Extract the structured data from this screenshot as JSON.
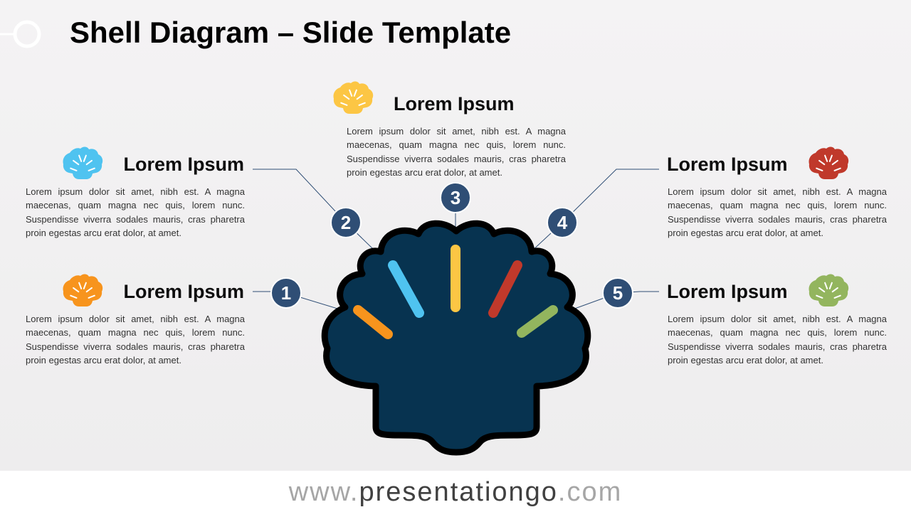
{
  "title": "Shell Diagram – Slide Template",
  "colors": {
    "orange": "#f7941d",
    "blue": "#4fc3f0",
    "yellow": "#fcc644",
    "red": "#c0392b",
    "green": "#93b55e",
    "shell_fill": "#073350",
    "shell_outline": "#000000",
    "badge": "#2f4e75"
  },
  "items": [
    {
      "number": "1",
      "heading": "Lorem Ipsum",
      "text": "Lorem ipsum dolor sit amet, nibh est. A magna maecenas, quam magna nec quis, lorem nunc. Suspendisse viverra sodales mauris, cras pharetra proin egestas arcu erat dolor, at amet.",
      "color": "orange",
      "icon": "scallop-shell-icon"
    },
    {
      "number": "2",
      "heading": "Lorem Ipsum",
      "text": "Lorem ipsum dolor sit amet, nibh est. A magna maecenas, quam magna nec quis, lorem nunc. Suspendisse viverra sodales mauris, cras pharetra proin egestas arcu erat dolor, at amet.",
      "color": "blue",
      "icon": "scallop-shell-icon"
    },
    {
      "number": "3",
      "heading": "Lorem Ipsum",
      "text": "Lorem ipsum dolor sit amet, nibh est. A magna maecenas, quam magna nec quis, lorem nunc. Suspendisse viverra sodales mauris, cras pharetra proin egestas arcu erat dolor, at amet.",
      "color": "yellow",
      "icon": "scallop-shell-icon"
    },
    {
      "number": "4",
      "heading": "Lorem Ipsum",
      "text": "Lorem ipsum dolor sit amet, nibh est. A magna maecenas, quam magna nec quis, lorem nunc. Suspendisse viverra sodales mauris, cras pharetra proin egestas arcu erat dolor, at amet.",
      "color": "red",
      "icon": "scallop-shell-icon"
    },
    {
      "number": "5",
      "heading": "Lorem Ipsum",
      "text": "Lorem ipsum dolor sit amet, nibh est. A magna maecenas, quam magna nec quis, lorem nunc. Suspendisse viverra sodales mauris, cras pharetra proin egestas arcu erat dolor, at amet.",
      "color": "green",
      "icon": "scallop-shell-icon"
    }
  ],
  "footer": {
    "prefix": "www.",
    "brand": "presentationgo",
    "suffix": ".com"
  }
}
